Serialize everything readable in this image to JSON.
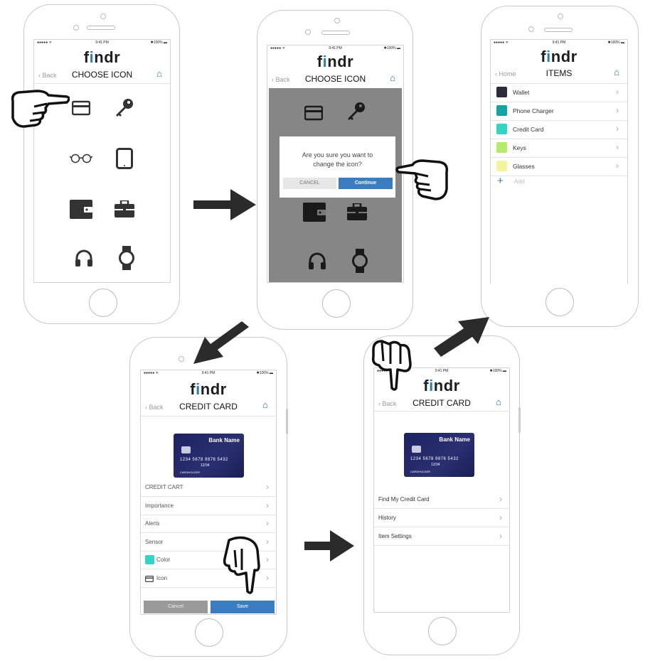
{
  "brand": {
    "logo_prefix": "f",
    "logo_i": "i",
    "logo_suffix": "ndr",
    "accent": "#2d7fae",
    "primary_button": "#3a7dc0"
  },
  "status_bar": {
    "carrier": "●●●●● ᯤ",
    "time": "9:41 PM",
    "battery": "✱100% ▬"
  },
  "screen1": {
    "back": "‹ Back",
    "title": "CHOOSE ICON",
    "icons": [
      "credit-card-icon",
      "key-icon",
      "glasses-icon",
      "tablet-icon",
      "wallet-icon",
      "briefcase-icon",
      "headphones-icon",
      "watch-icon"
    ]
  },
  "screen2": {
    "back": "‹ Back",
    "title": "CHOOSE ICON",
    "dialog": {
      "message": "Are you sure you want to change the icon?",
      "cancel": "CANCEL",
      "continue": "Continue"
    }
  },
  "screen3": {
    "back": "‹ Home",
    "title": "ITEMS",
    "items": [
      {
        "label": "Wallet",
        "color": "#2b2b3a"
      },
      {
        "label": "Phone Charger",
        "color": "#12a3a5"
      },
      {
        "label": "Credit Card",
        "color": "#32d4c3"
      },
      {
        "label": "Keys",
        "color": "#b3ec6a"
      },
      {
        "label": "Glasses",
        "color": "#f4f59a"
      }
    ],
    "add_label": "Add"
  },
  "card": {
    "bank_name": "Bank Name",
    "number": "1234 5678 9876 5432",
    "expiry": "12/34",
    "holder": "CARDHOLDER"
  },
  "screen4": {
    "back": "‹ Back",
    "title": "CREDIT CARD",
    "rows": [
      "CREDIT CART",
      "Importance",
      "Alerts",
      "Sensor",
      "Color",
      "Icon"
    ],
    "color_swatch": "#32d4c3",
    "cancel": "Cancel",
    "save": "Save"
  },
  "screen5": {
    "back": "‹ Back",
    "title": "CREDIT CARD",
    "rows": [
      "Find My Credit Card",
      "History",
      "Item Settings"
    ]
  }
}
